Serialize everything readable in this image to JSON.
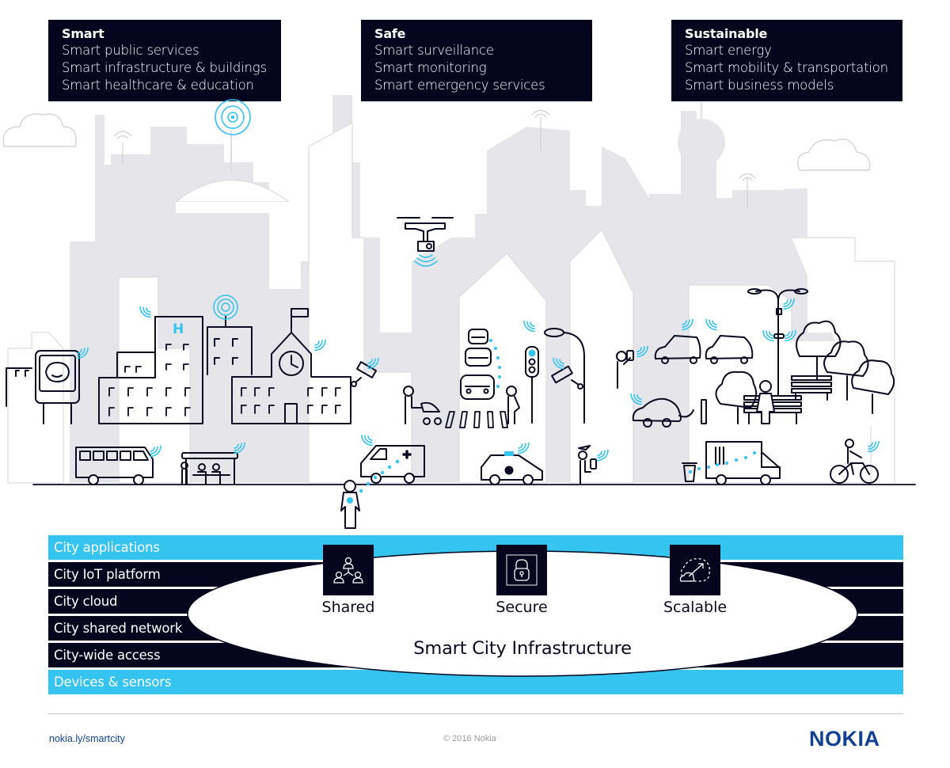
{
  "header_boxes": [
    {
      "title": "Smart",
      "items": [
        "Smart public services",
        "Smart infrastructure & buildings",
        "Smart healthcare & education"
      ]
    },
    {
      "title": "Safe",
      "items": [
        "Smart surveillance",
        "Smart monitoring",
        "Smart emergency services"
      ]
    },
    {
      "title": "Sustainable",
      "items": [
        "Smart energy",
        "Smart mobility & transportation",
        "Smart business models"
      ]
    }
  ],
  "illustration": {
    "elements": [
      "cloud-icon",
      "antenna-icon",
      "kiosk-icon",
      "hospital-icon",
      "hospital-letter",
      "school-icon",
      "clock-icon",
      "cctv-camera-icon",
      "drone-icon",
      "traffic-light-icon",
      "street-lamp-icon",
      "car-icon",
      "pedestrian-icon",
      "stroller-icon",
      "crosswalk",
      "bus-icon",
      "bus-stop-icon",
      "ambulance-icon",
      "police-car-icon",
      "police-officer-icon",
      "electric-car-icon",
      "charger-icon",
      "park-bench-icon",
      "tree-icon",
      "garbage-truck-icon",
      "trash-bin-icon",
      "cyclist-icon",
      "wearable-person-icon",
      "wifi-signal-icon"
    ],
    "hospital_letter": "H"
  },
  "layers": [
    {
      "label": "City applications",
      "style": "light"
    },
    {
      "label": "City IoT platform",
      "style": "dark"
    },
    {
      "label": "City cloud",
      "style": "dark"
    },
    {
      "label": "City shared network",
      "style": "dark"
    },
    {
      "label": "City-wide access",
      "style": "dark"
    },
    {
      "label": "Devices & sensors",
      "style": "light"
    }
  ],
  "pillars": [
    {
      "label": "Shared",
      "icon": "people-network-icon"
    },
    {
      "label": "Secure",
      "icon": "padlock-icon"
    },
    {
      "label": "Scalable",
      "icon": "cloud-scale-icon"
    }
  ],
  "infrastructure_title": "Smart City Infrastructure",
  "footer": {
    "link": "nokia.ly/smartcity",
    "copyright": "© 2016 Nokia",
    "logo": "NOKIA"
  },
  "colors": {
    "navy": "#05051e",
    "cyan": "#35c3ef",
    "skyline_gray": "#e6e6ea",
    "nokia_blue": "#124191"
  }
}
